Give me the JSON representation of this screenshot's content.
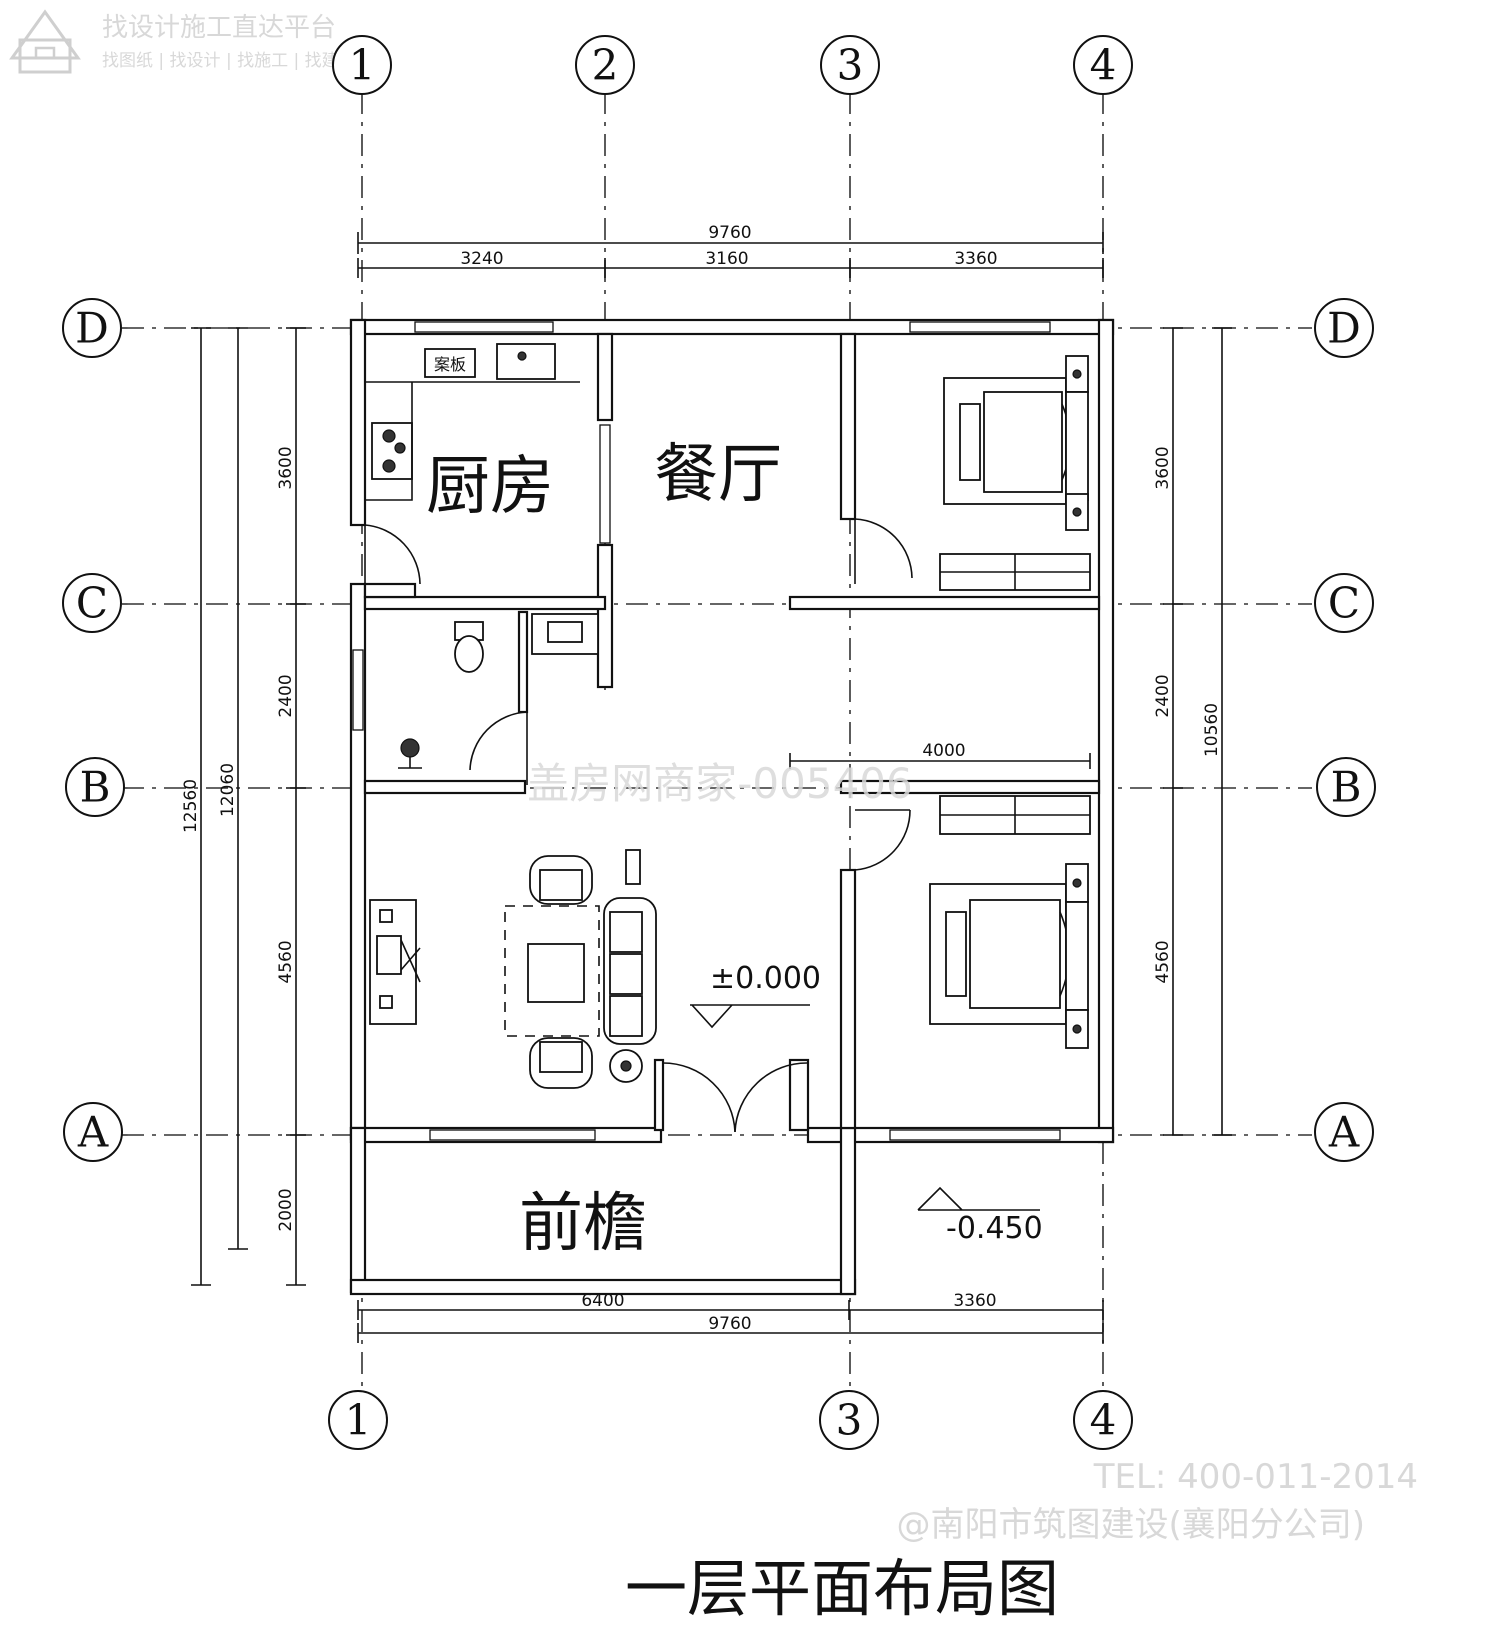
{
  "watermark": {
    "platform_title": "找设计施工直达平台",
    "platform_tabs": "找图纸 | 找设计 | 找施工 | 找建材",
    "center_text": "盖房网商家-005406",
    "phone": "TEL: 400-011-2014",
    "company": "@南阳市筑图建设(襄阳分公司)"
  },
  "drawing_title": "一层平面布局图",
  "grid_axes": {
    "vertical_top": [
      "1",
      "2",
      "3",
      "4"
    ],
    "vertical_bottom": [
      "1",
      "3",
      "4"
    ],
    "horizontal_left": [
      "D",
      "C",
      "B",
      "A"
    ],
    "horizontal_right": [
      "D",
      "C",
      "B",
      "A"
    ]
  },
  "dimensions": {
    "top_total": "9760",
    "top_segments": [
      "3240",
      "3160",
      "3360"
    ],
    "bottom_segments": [
      "6400",
      "3360"
    ],
    "bottom_total": "9760",
    "left_segments": [
      "3600",
      "2400",
      "4560",
      "2000"
    ],
    "left_overall_inner": "12060",
    "left_overall_outer": "12560",
    "right_segments": [
      "3600",
      "2400",
      "4560"
    ],
    "right_overall": "10560",
    "inner_span": "4000"
  },
  "rooms": {
    "kitchen": "厨房",
    "dining": "餐厅",
    "porch": "前檐"
  },
  "labels": {
    "counter": "案板"
  },
  "levels": {
    "floor": "±0.000",
    "outdoor": "-0.450"
  }
}
